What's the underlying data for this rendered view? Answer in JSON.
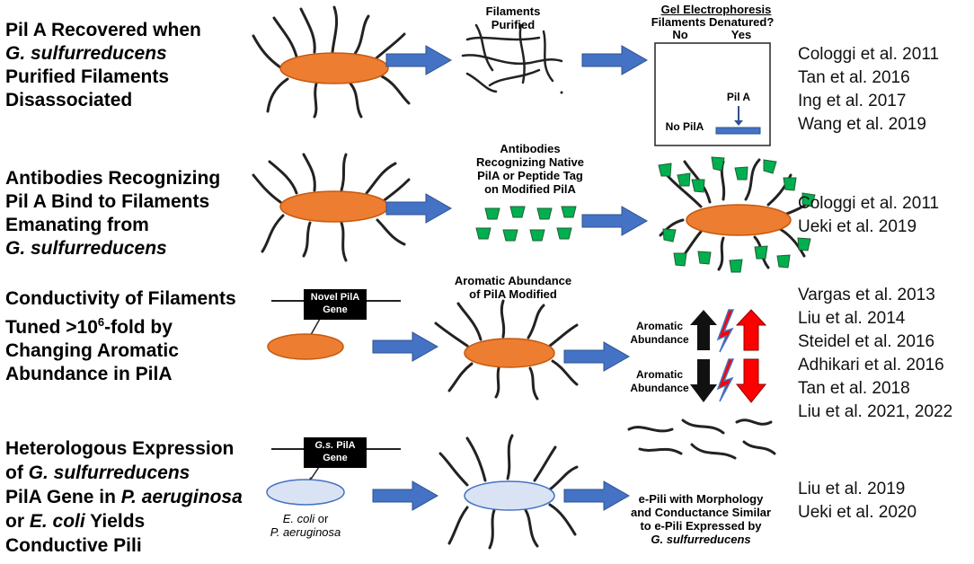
{
  "rows": [
    {
      "title_lines": [
        "Pil A Recovered when",
        "G. sulfurreducens",
        "Purified Filaments",
        "Disassociated"
      ],
      "italic_lines": [
        1
      ],
      "step_label": "Filaments Purified",
      "gel": {
        "title": "Gel Electrophoresis",
        "question": "Filaments Denatured?",
        "no": "No",
        "yes": "Yes",
        "band_label": "Pil A",
        "no_label": "No PilA"
      },
      "refs": [
        "Cologgi et al. 2011",
        "Tan et al. 2016",
        "Ing et al. 2017",
        "Wang et al. 2019"
      ]
    },
    {
      "title_lines": [
        "Antibodies Recognizing",
        "Pil A Bind to Filaments",
        "Emanating from",
        "G. sulfurreducens"
      ],
      "italic_lines": [
        3
      ],
      "step_label": [
        "Antibodies",
        "Recognizing Native",
        "PilA or Peptide Tag",
        "on Modified PilA"
      ],
      "refs": [
        "Cologgi et al. 2011",
        "Ueki et al. 2019"
      ]
    },
    {
      "title_lines": [
        "Conductivity of Filaments",
        "Tuned >10",
        "6",
        "-fold by",
        "Changing Aromatic",
        "Abundance in PilA"
      ],
      "gene_box": [
        "Novel PilA",
        "Gene"
      ],
      "step_label": [
        "Aromatic Abundance",
        "of PilA Modified"
      ],
      "arrow_labels": [
        [
          "Aromatic",
          "Abundance"
        ],
        [
          "Aromatic",
          "Abundance"
        ]
      ],
      "refs": [
        "Vargas et al. 2013",
        "Liu et al. 2014",
        "Steidel et al. 2016",
        "Adhikari et al. 2016",
        "Tan et al. 2018",
        "Liu et al. 2021, 2022"
      ]
    },
    {
      "title_lines": [
        "Heterologous Expression",
        "of ",
        "G. sulfurreducens",
        "PilA Gene in ",
        "P. aeruginosa",
        "or ",
        "E. coli",
        " Yields",
        "Conductive Pili"
      ],
      "gene_box": [
        "G.s.",
        " PilA",
        "Gene"
      ],
      "cell_label": [
        "E. coli",
        " or",
        "P. aeruginosa"
      ],
      "result_label": [
        "e-Pili with Morphology",
        "and Conductance Similar",
        "to e-Pili Expressed by",
        "G. sulfurreducens"
      ],
      "refs": [
        "Liu et al. 2019",
        "Ueki et al. 2020"
      ]
    }
  ],
  "colors": {
    "cell_orange": "#ED7D31",
    "cell_light": "#DAE3F3",
    "arrow_blue": "#4472C4",
    "antibody_green": "#00B050",
    "up_red": "#FF0000",
    "lightning_blue": "#4472C4"
  }
}
